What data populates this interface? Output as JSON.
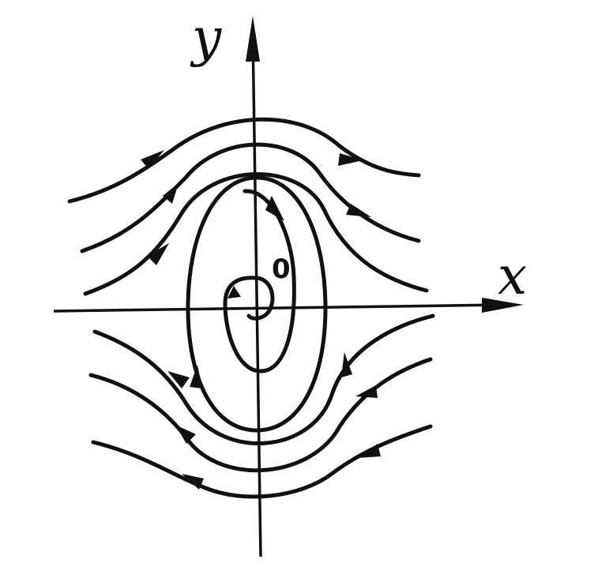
{
  "labels": {
    "y_axis": "y",
    "x_axis": "x",
    "origin": "0"
  },
  "colors": {
    "ink": "#111111",
    "background": "#ffffff"
  }
}
